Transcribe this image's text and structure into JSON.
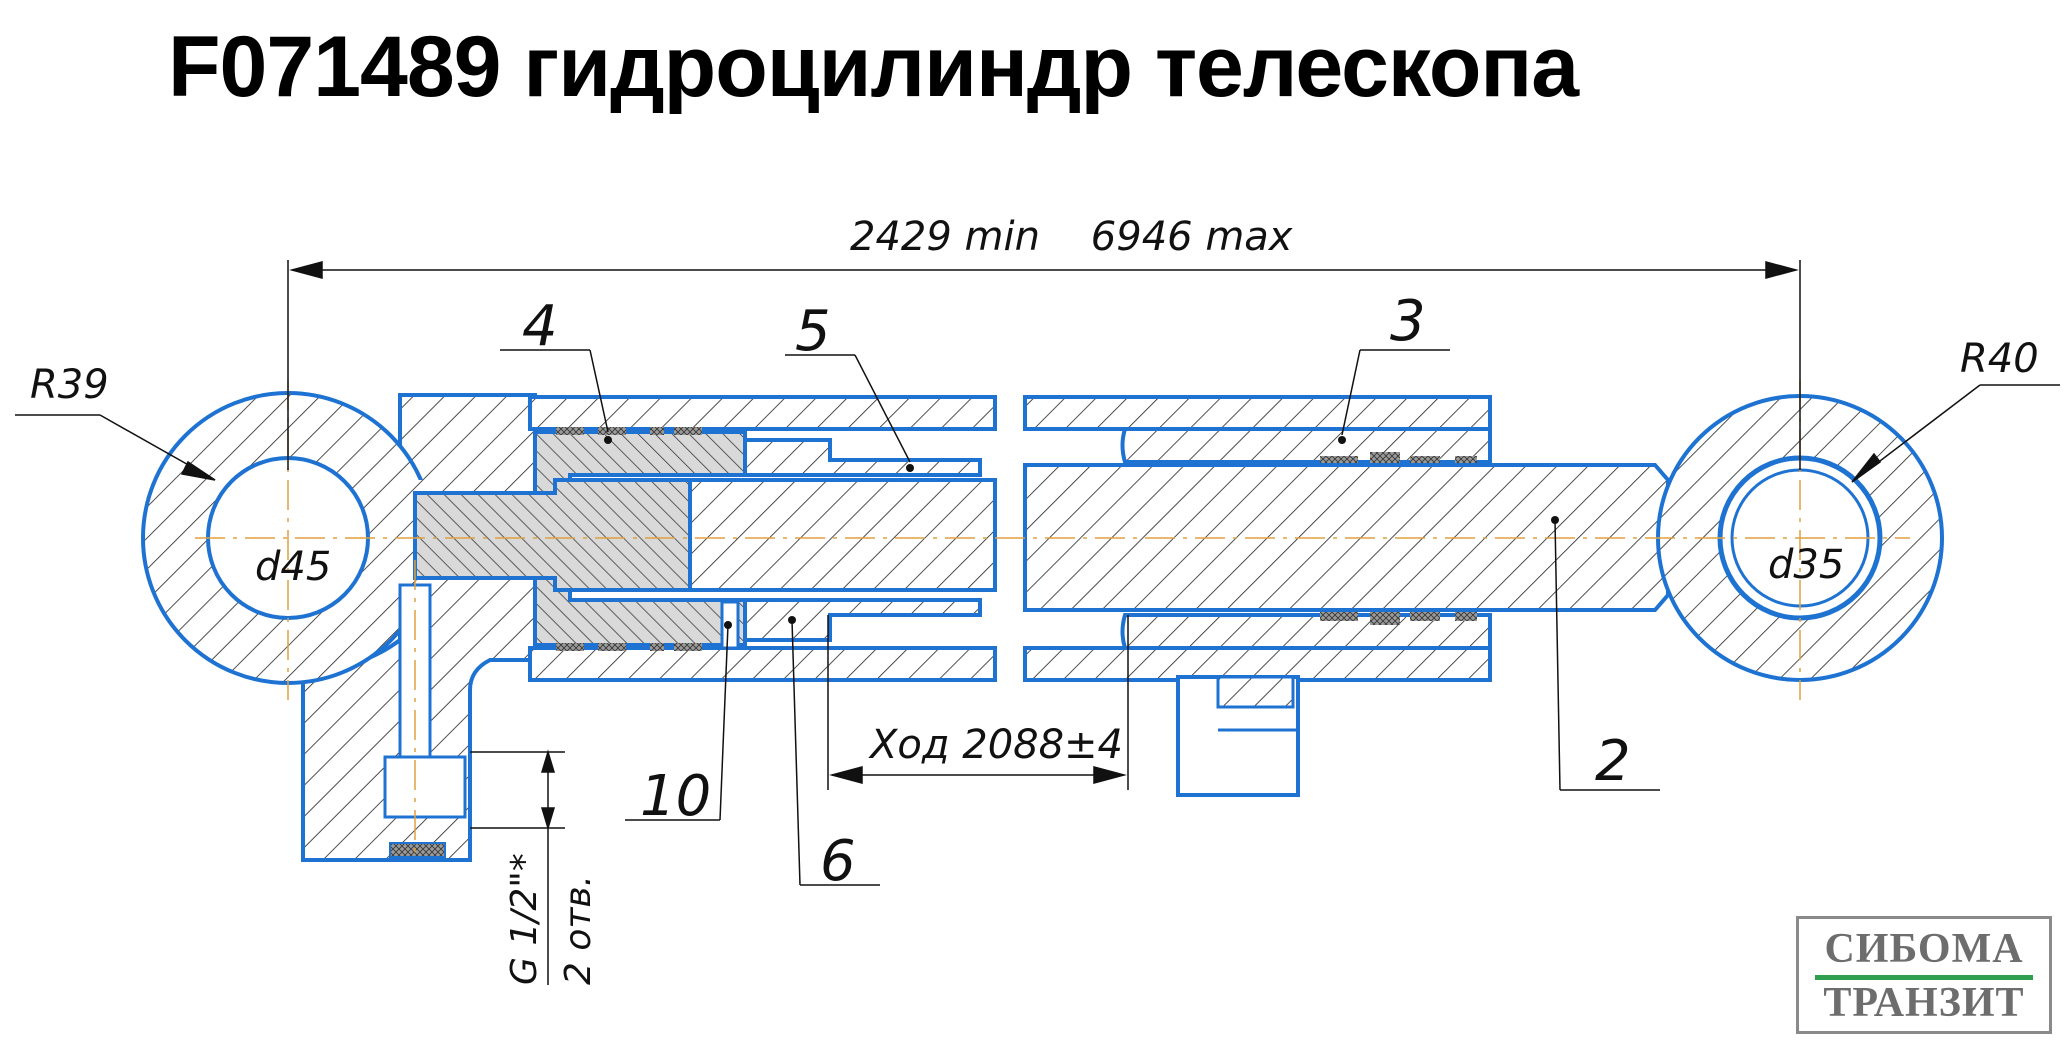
{
  "title": "F071489 гидроцилиндр телескопа",
  "dimensions": {
    "overall_length": "2429 min    6946 max",
    "left_radius": "R39",
    "right_radius": "R40",
    "left_bore": "d45",
    "right_bore": "d35",
    "stroke": "Ход 2088±4",
    "port_thread": "G 1/2\"*",
    "port_count": "2 отв."
  },
  "callouts": [
    "4",
    "5",
    "3",
    "2",
    "10",
    "6"
  ],
  "logo": {
    "line1": "СИБОМА",
    "line2": "ТРАНЗИТ",
    "accent_color": "#2e9e4f"
  },
  "colors": {
    "outline": "#1e73d2",
    "hatch": "#222222",
    "centerline": "#e0a040",
    "seal": "#888888"
  }
}
